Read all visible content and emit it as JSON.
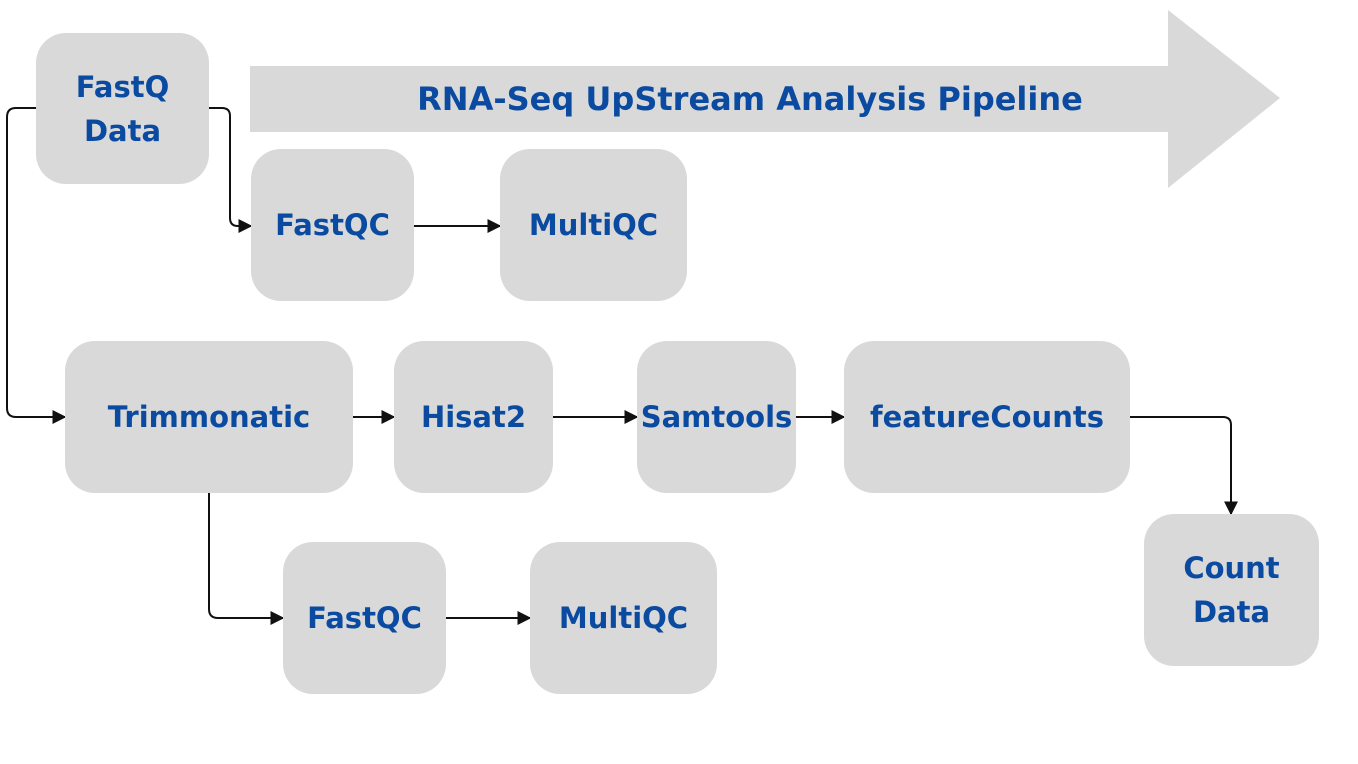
{
  "diagram": {
    "banner": {
      "label": "RNA-Seq UpStream Analysis Pipeline"
    },
    "nodes": {
      "fastq_data": {
        "label": "FastQ\nData"
      },
      "fastqc_raw": {
        "label": "FastQC"
      },
      "multiqc_raw": {
        "label": "MultiQC"
      },
      "trimmonatic": {
        "label": "Trimmonatic"
      },
      "hisat2": {
        "label": "Hisat2"
      },
      "samtools": {
        "label": "Samtools"
      },
      "featurecounts": {
        "label": "featureCounts"
      },
      "count_data": {
        "label": "Count\nData"
      },
      "fastqc_trimmed": {
        "label": "FastQC"
      },
      "multiqc_trimmed": {
        "label": "MultiQC"
      }
    }
  },
  "colors": {
    "node_fill": "#d9d9d9",
    "banner_fill": "#d9d9d9",
    "text": "#0a4aa0",
    "connector": "#111111",
    "background": "#ffffff"
  }
}
